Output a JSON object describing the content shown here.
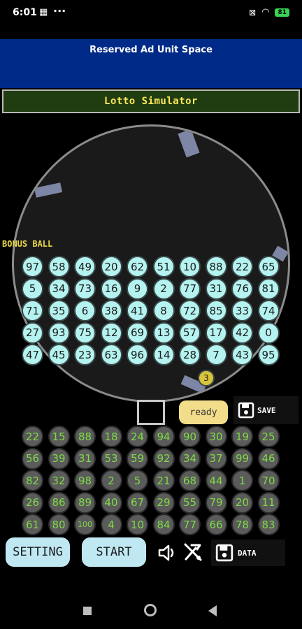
{
  "status_bar": {
    "time": "6:01",
    "battery": "81"
  },
  "ad_space": {
    "text": "Reserved Ad Unit Space"
  },
  "title": "Lotto Simulator",
  "bonus_label": "BONUS BALL",
  "drum_balls": [
    [
      "97",
      "58",
      "49",
      "20",
      "62",
      "51",
      "10",
      "88",
      "22",
      "65"
    ],
    [
      "5",
      "34",
      "73",
      "16",
      "9",
      "2",
      "77",
      "31",
      "76",
      "81"
    ],
    [
      "71",
      "35",
      "6",
      "38",
      "41",
      "8",
      "72",
      "85",
      "33",
      "74"
    ],
    [
      "27",
      "93",
      "75",
      "12",
      "69",
      "13",
      "57",
      "17",
      "42",
      "0"
    ],
    [
      "47",
      "45",
      "23",
      "63",
      "96",
      "14",
      "28",
      "7",
      "43",
      "95"
    ]
  ],
  "loose_balls": [
    "3"
  ],
  "result_balls": [
    [
      "22",
      "15",
      "88",
      "18",
      "24",
      "94",
      "90",
      "30",
      "19",
      "25"
    ],
    [
      "56",
      "39",
      "31",
      "53",
      "59",
      "92",
      "34",
      "37",
      "99",
      "46"
    ],
    [
      "82",
      "32",
      "98",
      "2",
      "5",
      "21",
      "68",
      "44",
      "1",
      "70"
    ],
    [
      "26",
      "86",
      "89",
      "40",
      "67",
      "29",
      "55",
      "79",
      "20",
      "11"
    ],
    [
      "61",
      "80",
      "100",
      "4",
      "10",
      "84",
      "77",
      "66",
      "78",
      "83"
    ]
  ],
  "buttons": {
    "ready": "ready",
    "save": "SAVE",
    "setting": "SETTING",
    "start": "START",
    "data": "DATA"
  },
  "icons": {
    "sound": "speaker-icon",
    "mute": "mute-icon",
    "save": "floppy-icon",
    "data": "floppy-icon"
  },
  "colors": {
    "ad_background": "#002a87",
    "title_background": "#1f3d10",
    "title_text": "#ffe85c",
    "top_ball": "#b5f3f0",
    "bottom_ball": "#5b5b5b",
    "bottom_ball_text": "#7ddc43",
    "ready_button": "#f2dd8a",
    "action_button": "#bfe8f3"
  }
}
